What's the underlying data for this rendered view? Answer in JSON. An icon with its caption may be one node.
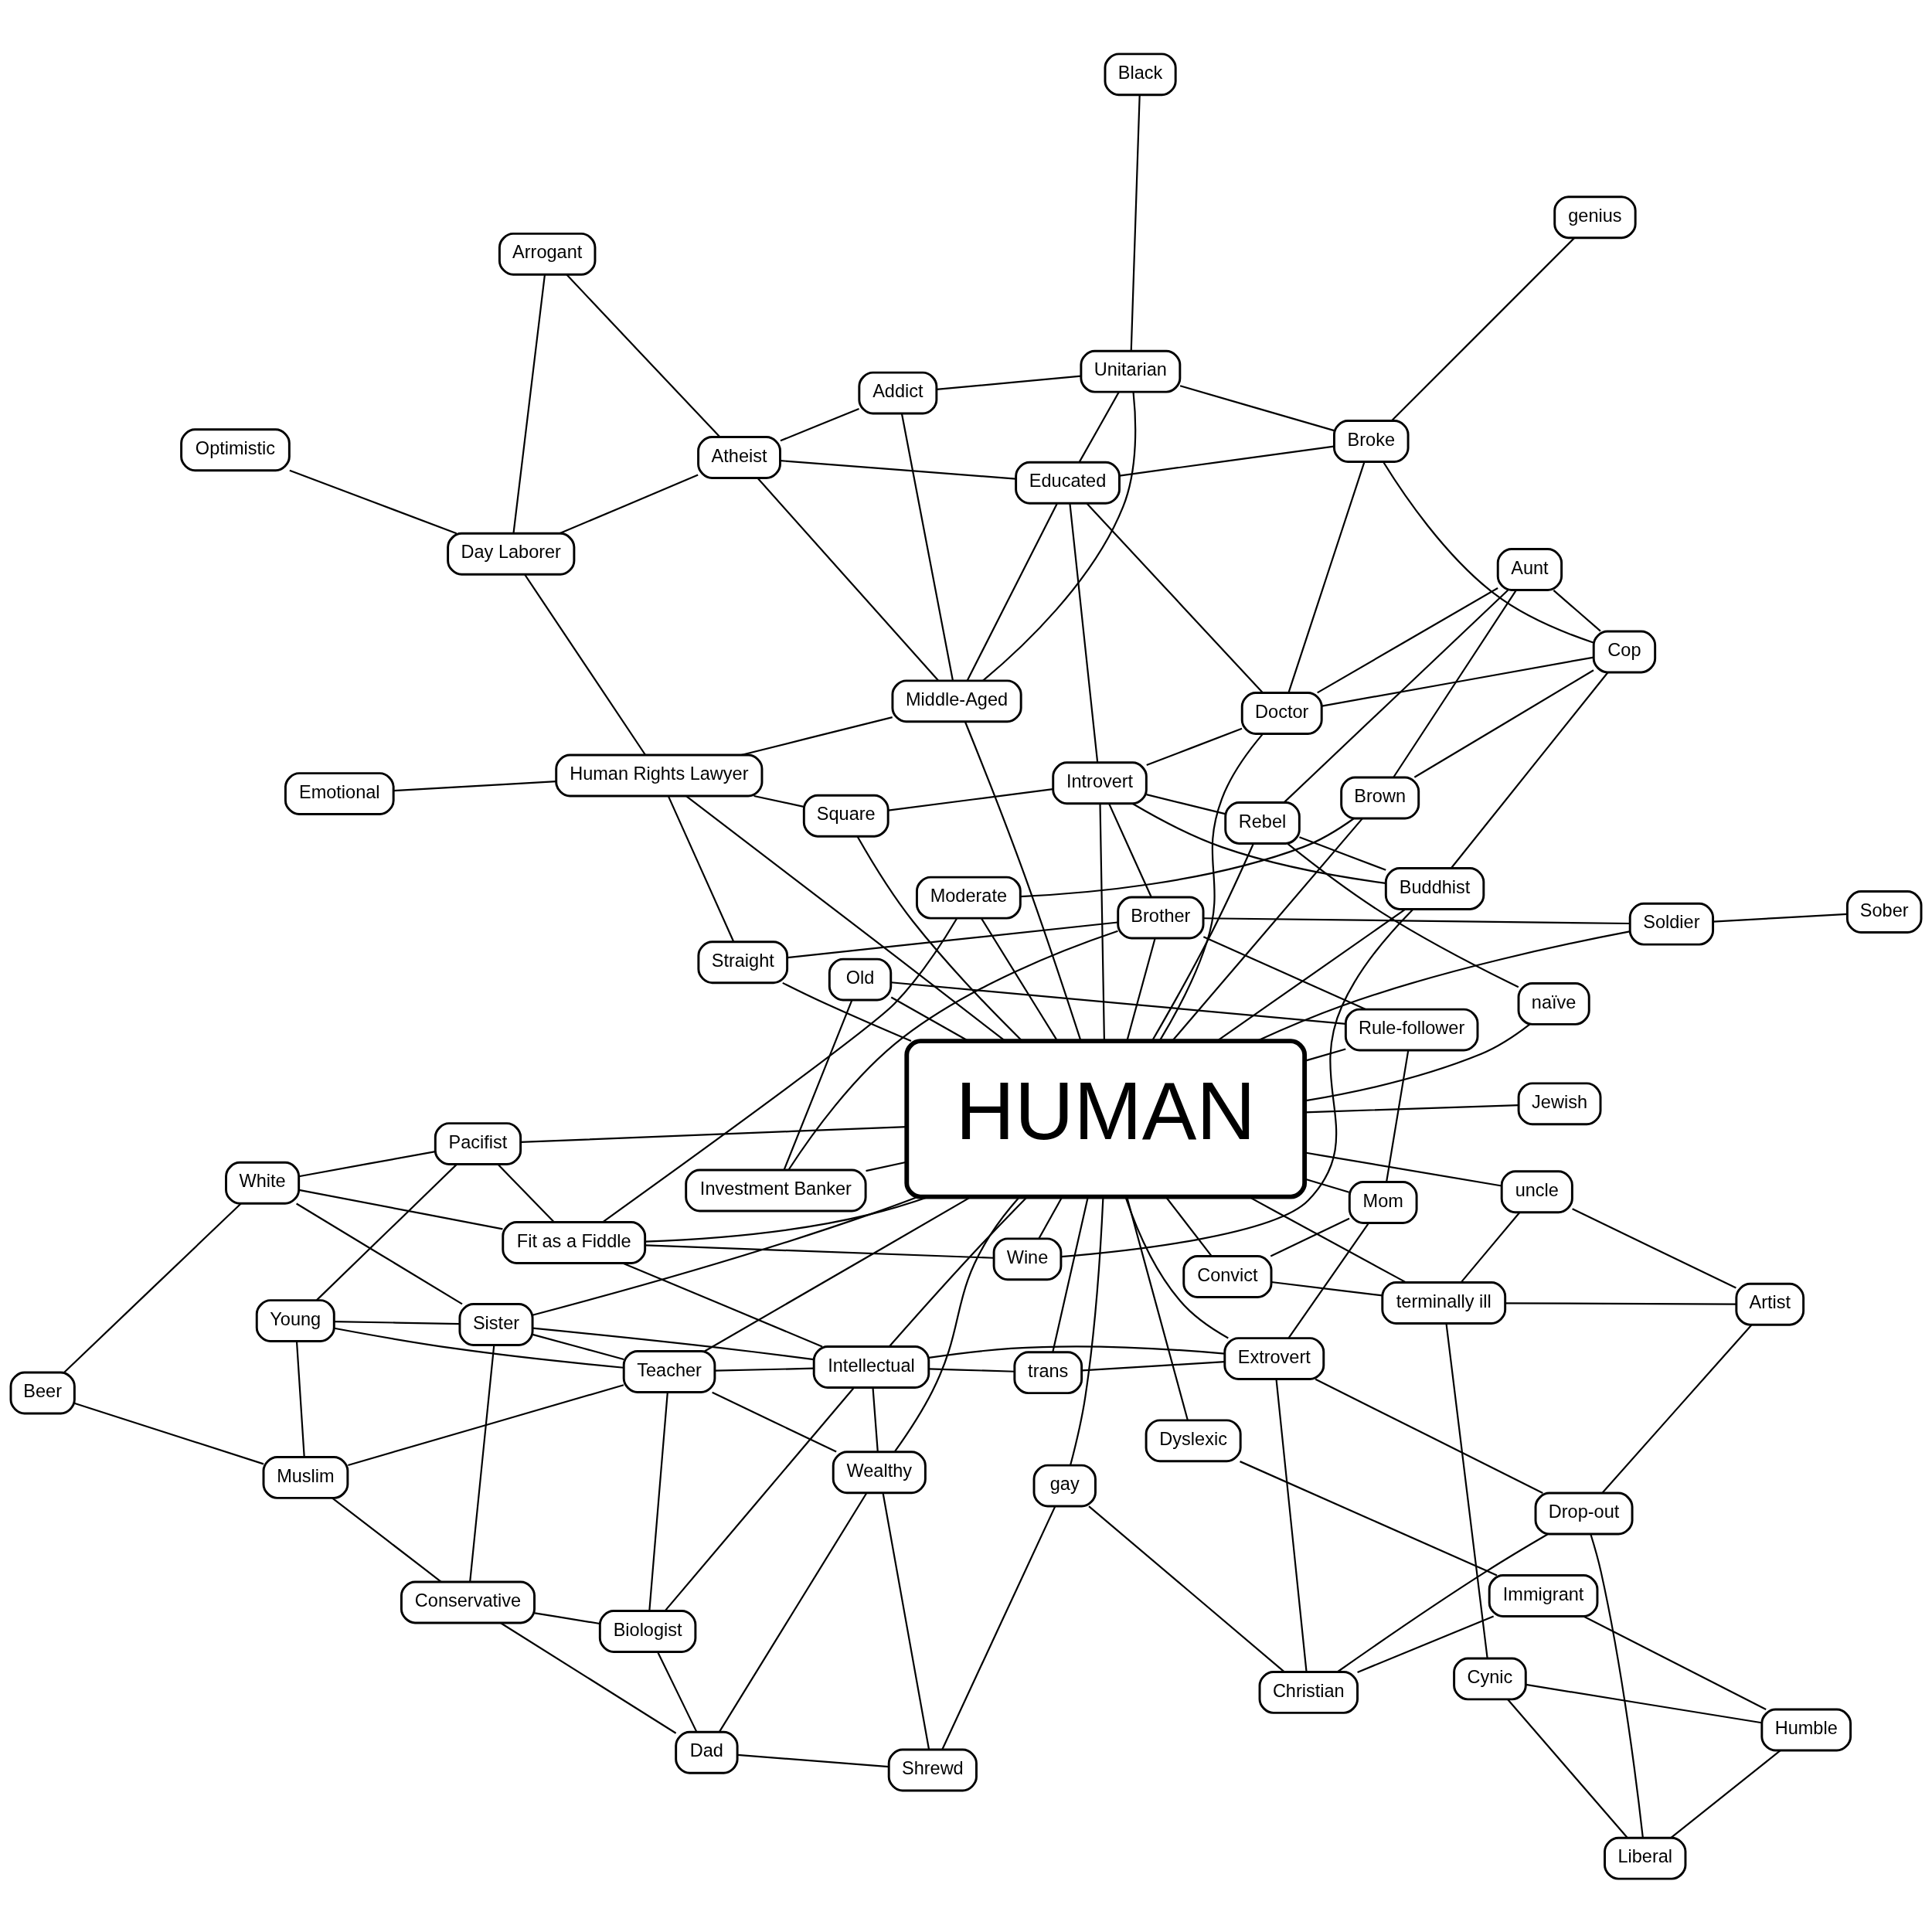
{
  "diagram": {
    "nodes": [
      {
        "text": [
          "Cynic"
        ]
      },
      {
        "text": [
          "Humble"
        ]
      },
      {
        "text": [
          "Immigrant"
        ]
      },
      {
        "text": [
          "Shrewd"
        ]
      },
      {
        "text": [
          "Dad"
        ]
      },
      {
        "text": [
          "Conservative"
        ]
      },
      {
        "text": [
          "Liberal"
        ]
      },
      {
        "text": [
          "Christian"
        ]
      },
      {
        "text": [
          "gay"
        ]
      },
      {
        "text": [
          "Wealthy"
        ]
      },
      {
        "text": [
          "Biologist"
        ]
      },
      {
        "text": [
          "Beer"
        ]
      },
      {
        "text": [
          "Artist"
        ]
      },
      {
        "text": [
          "Drop-out"
        ]
      },
      {
        "text": [
          "Dyslexic"
        ]
      },
      {
        "text": [
          "trans"
        ]
      },
      {
        "text": [
          "Intellectual"
        ]
      },
      {
        "text": [
          "Teacher"
        ]
      },
      {
        "text": [
          "Muslim"
        ]
      },
      {
        "text": [
          "uncle"
        ]
      },
      {
        "text": [
          "Extrovert"
        ]
      },
      {
        "text": [
          "Young"
        ]
      },
      {
        "text": [
          "terminally ill"
        ]
      },
      {
        "text": [
          "Sister"
        ]
      },
      {
        "text": [
          "White"
        ]
      },
      {
        "text": [
          "Pacifist"
        ]
      },
      {
        "text": [
          "Mom"
        ]
      },
      {
        "text": [
          "HUMAN"
        ]
      },
      {
        "text": [
          "Convict"
        ]
      },
      {
        "text": [
          "Fit as a Fiddle"
        ]
      },
      {
        "text": [
          "Rule-follower"
        ]
      },
      {
        "text": [
          "Wine"
        ]
      },
      {
        "text": [
          "Brown"
        ]
      },
      {
        "text": [
          "Old"
        ]
      },
      {
        "text": [
          "Moderate"
        ]
      },
      {
        "text": [
          "Buddhist"
        ]
      },
      {
        "text": [
          "Brother"
        ]
      },
      {
        "text": [
          "naïve"
        ]
      },
      {
        "text": [
          "Rebel"
        ]
      },
      {
        "text": [
          "Investment Banker"
        ]
      },
      {
        "text": [
          "Cop"
        ]
      },
      {
        "text": [
          "Soldier"
        ]
      },
      {
        "text": [
          "Straight"
        ]
      },
      {
        "text": [
          "Introvert"
        ]
      },
      {
        "text": [
          "Doctor"
        ]
      },
      {
        "text": [
          "Aunt"
        ]
      },
      {
        "text": [
          "Jewish"
        ]
      },
      {
        "text": [
          "Square"
        ]
      },
      {
        "text": [
          "Educated"
        ]
      },
      {
        "text": [
          "Broke"
        ]
      },
      {
        "text": [
          "Human Rights Lawyer"
        ]
      },
      {
        "text": [
          "Sober"
        ]
      },
      {
        "text": [
          "Middle-Aged"
        ]
      },
      {
        "text": [
          "Unitarian"
        ]
      },
      {
        "text": [
          "genius"
        ]
      },
      {
        "text": [
          "Emotional"
        ]
      },
      {
        "text": [
          "Day Laborer"
        ]
      },
      {
        "text": [
          "Atheist"
        ]
      },
      {
        "text": [
          "Addict"
        ]
      },
      {
        "text": [
          "Black"
        ]
      },
      {
        "text": [
          "Optimistic"
        ]
      },
      {
        "text": [
          "Arrogant"
        ]
      }
    ],
    "edges": [
      {
        "from": 0,
        "to": 1,
        "arrow": "none"
      },
      {
        "from": 0,
        "to": 6,
        "arrow": "none"
      },
      {
        "from": 1,
        "to": 6,
        "arrow": "none"
      },
      {
        "from": 1,
        "to": 2,
        "arrow": "none"
      },
      {
        "from": 2,
        "to": 7,
        "arrow": "none"
      },
      {
        "from": 2,
        "to": 14,
        "arrow": "none"
      },
      {
        "from": 7,
        "to": 8,
        "arrow": "none"
      },
      {
        "from": 8,
        "to": 3,
        "arrow": "none"
      },
      {
        "from": 3,
        "to": 4,
        "arrow": "none"
      },
      {
        "from": 3,
        "to": 9,
        "arrow": "none"
      },
      {
        "from": 8,
        "to": 27,
        "arrow": "none"
      },
      {
        "from": 4,
        "to": 5,
        "arrow": "none"
      },
      {
        "from": 4,
        "to": 9,
        "arrow": "none"
      },
      {
        "from": 4,
        "to": 10,
        "arrow": "none"
      },
      {
        "from": 5,
        "to": 10,
        "arrow": "none"
      },
      {
        "from": 5,
        "to": 18,
        "arrow": "none"
      },
      {
        "from": 5,
        "to": 23,
        "arrow": "none"
      },
      {
        "from": 6,
        "to": 13,
        "arrow": "none"
      },
      {
        "from": 12,
        "to": 13,
        "arrow": "none"
      },
      {
        "from": 12,
        "to": 22,
        "arrow": "none"
      },
      {
        "from": 12,
        "to": 19,
        "arrow": "none"
      },
      {
        "from": 7,
        "to": 13,
        "arrow": "none"
      },
      {
        "from": 0,
        "to": 22,
        "arrow": "none"
      },
      {
        "from": 22,
        "to": 28,
        "arrow": "none"
      },
      {
        "from": 19,
        "to": 22,
        "arrow": "none"
      },
      {
        "from": 19,
        "to": 27,
        "arrow": "none"
      },
      {
        "from": 22,
        "to": 27,
        "arrow": "none"
      },
      {
        "from": 20,
        "to": 27,
        "arrow": "none"
      },
      {
        "from": 7,
        "to": 20,
        "arrow": "none"
      },
      {
        "from": 13,
        "to": 20,
        "arrow": "none"
      },
      {
        "from": 14,
        "to": 27,
        "arrow": "none"
      },
      {
        "from": 15,
        "to": 20,
        "arrow": "none"
      },
      {
        "from": 15,
        "to": 27,
        "arrow": "none"
      },
      {
        "from": 9,
        "to": 27,
        "arrow": "none"
      },
      {
        "from": 9,
        "to": 17,
        "arrow": "none"
      },
      {
        "from": 9,
        "to": 16,
        "arrow": "none"
      },
      {
        "from": 15,
        "to": 16,
        "arrow": "none"
      },
      {
        "from": 20,
        "to": 16,
        "arrow": "none"
      },
      {
        "from": 20,
        "to": 26,
        "arrow": "none"
      },
      {
        "from": 10,
        "to": 17,
        "arrow": "none"
      },
      {
        "from": 10,
        "to": 16,
        "arrow": "none"
      },
      {
        "from": 16,
        "to": 27,
        "arrow": "none"
      },
      {
        "from": 17,
        "to": 16,
        "arrow": "none"
      },
      {
        "from": 17,
        "to": 27,
        "arrow": "none"
      },
      {
        "from": 17,
        "to": 18,
        "arrow": "none"
      },
      {
        "from": 17,
        "to": 21,
        "arrow": "none"
      },
      {
        "from": 17,
        "to": 23,
        "arrow": "none"
      },
      {
        "from": 11,
        "to": 18,
        "arrow": "none"
      },
      {
        "from": 11,
        "to": 24,
        "arrow": "none"
      },
      {
        "from": 18,
        "to": 21,
        "arrow": "none"
      },
      {
        "from": 21,
        "to": 23,
        "arrow": "none"
      },
      {
        "from": 21,
        "to": 25,
        "arrow": "none"
      },
      {
        "from": 16,
        "to": 23,
        "arrow": "none"
      },
      {
        "from": 16,
        "to": 29,
        "arrow": "none"
      },
      {
        "from": 23,
        "to": 24,
        "arrow": "none"
      },
      {
        "from": 23,
        "to": 27,
        "arrow": "none"
      },
      {
        "from": 24,
        "to": 25,
        "arrow": "none"
      },
      {
        "from": 24,
        "to": 29,
        "arrow": "none"
      },
      {
        "from": 25,
        "to": 27,
        "arrow": "none"
      },
      {
        "from": 25,
        "to": 29,
        "arrow": "none"
      },
      {
        "from": 29,
        "to": 27,
        "arrow": "none"
      },
      {
        "from": 29,
        "to": 31,
        "arrow": "none"
      },
      {
        "from": 29,
        "to": 34,
        "arrow": "none"
      },
      {
        "from": 31,
        "to": 27,
        "arrow": "none"
      },
      {
        "from": 31,
        "to": 35,
        "arrow": "none"
      },
      {
        "from": 32,
        "to": 27,
        "arrow": "none"
      },
      {
        "from": 32,
        "to": 34,
        "arrow": "none"
      },
      {
        "from": 32,
        "to": 40,
        "arrow": "none"
      },
      {
        "from": 32,
        "to": 45,
        "arrow": "none"
      },
      {
        "from": 34,
        "to": 27,
        "arrow": "none"
      },
      {
        "from": 35,
        "to": 27,
        "arrow": "none"
      },
      {
        "from": 35,
        "to": 40,
        "arrow": "none"
      },
      {
        "from": 35,
        "to": 38,
        "arrow": "none"
      },
      {
        "from": 35,
        "to": 43,
        "arrow": "none"
      },
      {
        "from": 37,
        "to": 38,
        "arrow": "none"
      },
      {
        "from": 37,
        "to": 27,
        "arrow": "none"
      },
      {
        "from": 38,
        "to": 27,
        "arrow": "none"
      },
      {
        "from": 38,
        "to": 45,
        "arrow": "none"
      },
      {
        "from": 38,
        "to": 43,
        "arrow": "none"
      },
      {
        "from": 40,
        "to": 44,
        "arrow": "none"
      },
      {
        "from": 40,
        "to": 45,
        "arrow": "none"
      },
      {
        "from": 40,
        "to": 49,
        "arrow": "none"
      },
      {
        "from": 44,
        "to": 45,
        "arrow": "none"
      },
      {
        "from": 44,
        "to": 27,
        "arrow": "none"
      },
      {
        "from": 43,
        "to": 44,
        "arrow": "none"
      },
      {
        "from": 43,
        "to": 27,
        "arrow": "none"
      },
      {
        "from": 43,
        "to": 48,
        "arrow": "none"
      },
      {
        "from": 43,
        "to": 47,
        "arrow": "none"
      },
      {
        "from": 36,
        "to": 43,
        "arrow": "none"
      },
      {
        "from": 44,
        "to": 48,
        "arrow": "none"
      },
      {
        "from": 44,
        "to": 49,
        "arrow": "none"
      },
      {
        "from": 48,
        "to": 49,
        "arrow": "none"
      },
      {
        "from": 48,
        "to": 52,
        "arrow": "none"
      },
      {
        "from": 48,
        "to": 53,
        "arrow": "none"
      },
      {
        "from": 48,
        "to": 57,
        "arrow": "none"
      },
      {
        "from": 49,
        "to": 53,
        "arrow": "none"
      },
      {
        "from": 49,
        "to": 54,
        "arrow": "none"
      },
      {
        "from": 53,
        "to": 52,
        "arrow": "none"
      },
      {
        "from": 53,
        "to": 58,
        "arrow": "none"
      },
      {
        "from": 53,
        "to": 59,
        "arrow": "none"
      },
      {
        "from": 52,
        "to": 58,
        "arrow": "none"
      },
      {
        "from": 52,
        "to": 57,
        "arrow": "none"
      },
      {
        "from": 52,
        "to": 27,
        "arrow": "none"
      },
      {
        "from": 47,
        "to": 27,
        "arrow": "none"
      },
      {
        "from": 47,
        "to": 50,
        "arrow": "none"
      },
      {
        "from": 42,
        "to": 50,
        "arrow": "none"
      },
      {
        "from": 42,
        "to": 27,
        "arrow": "none"
      },
      {
        "from": 42,
        "to": 36,
        "arrow": "none"
      },
      {
        "from": 50,
        "to": 27,
        "arrow": "none"
      },
      {
        "from": 50,
        "to": 52,
        "arrow": "none"
      },
      {
        "from": 50,
        "to": 55,
        "arrow": "none"
      },
      {
        "from": 50,
        "to": 56,
        "arrow": "none"
      },
      {
        "from": 41,
        "to": 36,
        "arrow": "none"
      },
      {
        "from": 41,
        "to": 51,
        "arrow": "none"
      },
      {
        "from": 41,
        "to": 27,
        "arrow": "none"
      },
      {
        "from": 46,
        "to": 27,
        "arrow": "none"
      },
      {
        "from": 39,
        "to": 36,
        "arrow": "none"
      },
      {
        "from": 39,
        "to": 33,
        "arrow": "none"
      },
      {
        "from": 39,
        "to": 27,
        "arrow": "none"
      },
      {
        "from": 36,
        "to": 30,
        "arrow": "none"
      },
      {
        "from": 36,
        "to": 27,
        "arrow": "none"
      },
      {
        "from": 33,
        "to": 30,
        "arrow": "none"
      },
      {
        "from": 33,
        "to": 27,
        "arrow": "none"
      },
      {
        "from": 30,
        "to": 27,
        "arrow": "none"
      },
      {
        "from": 30,
        "to": 26,
        "arrow": "none"
      },
      {
        "from": 26,
        "to": 28,
        "arrow": "none"
      },
      {
        "from": 26,
        "to": 27,
        "arrow": "none"
      },
      {
        "from": 28,
        "to": 27,
        "arrow": "none"
      },
      {
        "from": 56,
        "to": 57,
        "arrow": "none"
      },
      {
        "from": 56,
        "to": 61,
        "arrow": "none"
      },
      {
        "from": 56,
        "to": 60,
        "arrow": "none"
      },
      {
        "from": 57,
        "to": 61,
        "arrow": "none"
      },
      {
        "from": 57,
        "to": 58,
        "arrow": "none"
      }
    ]
  }
}
